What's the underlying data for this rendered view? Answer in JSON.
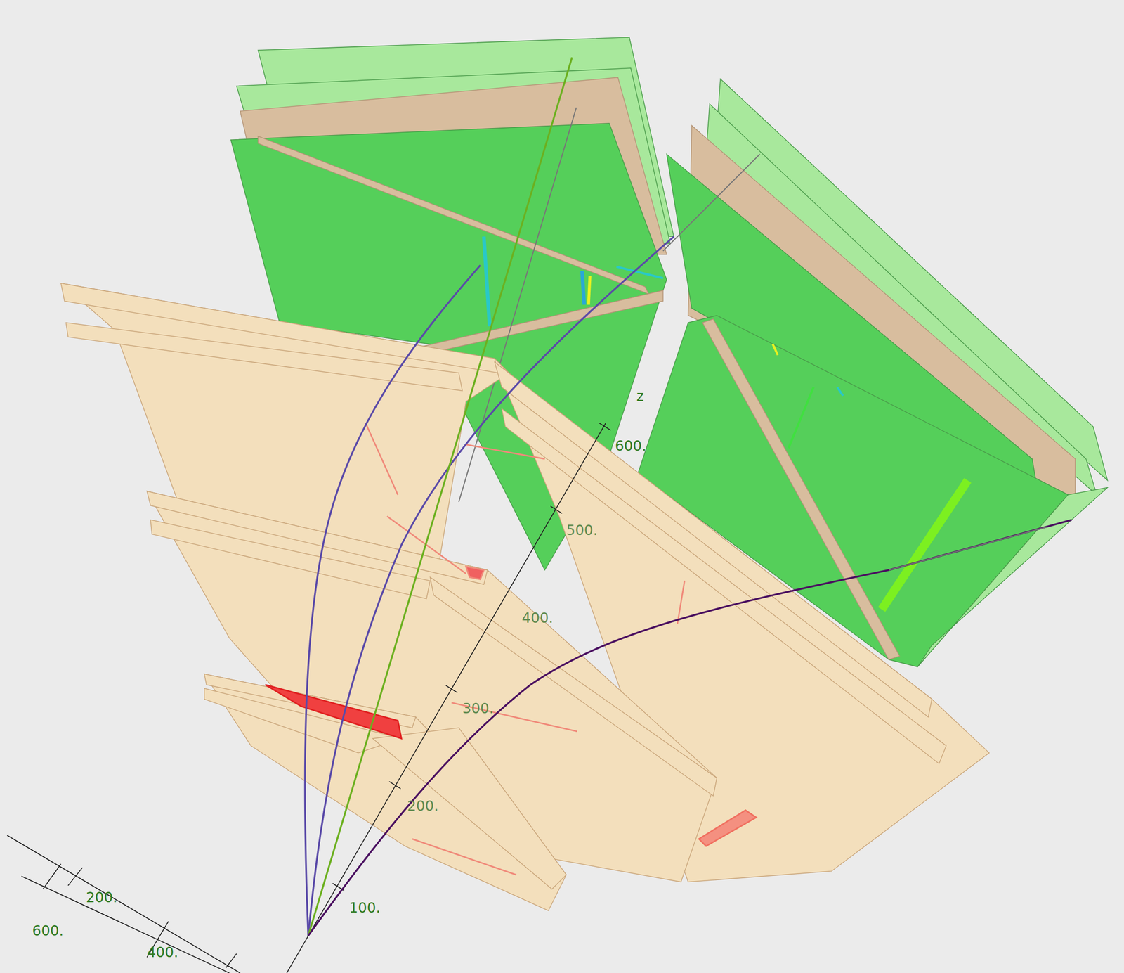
{
  "diagram": {
    "labels": [
      "z",
      "600.",
      "500.",
      "400.",
      "300.",
      "200.",
      "100.",
      "200.",
      "600.",
      "400."
    ]
  }
}
